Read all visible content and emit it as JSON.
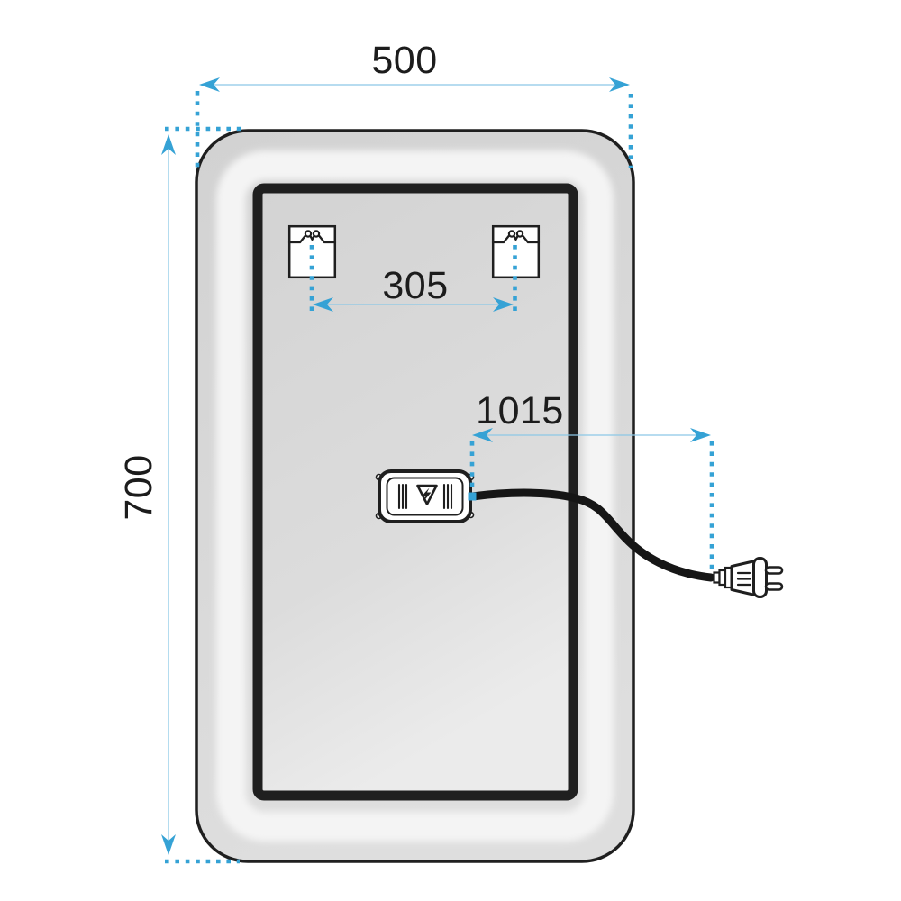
{
  "figure": {
    "kind": "technical-dimension-diagram",
    "subject": "rear view of rectangular LED mirror with two mounting brackets, junction box, power cable and plug",
    "labels": {
      "width": "500",
      "height": "700",
      "bracket_spacing": "305",
      "cable_length": "1015"
    },
    "colors": {
      "accent": "#35a2d5",
      "thin_line": "#8cc8e6",
      "ink": "#1f1f1f",
      "mirror_fill_top": "#d2d2d2",
      "mirror_fill_bottom": "#dedede",
      "glow_ring": "#f4f4f4",
      "inner_fill_top": "#d3d3d3",
      "inner_fill_bottom": "#ebebeb",
      "part_fill": "#ffffff"
    }
  }
}
